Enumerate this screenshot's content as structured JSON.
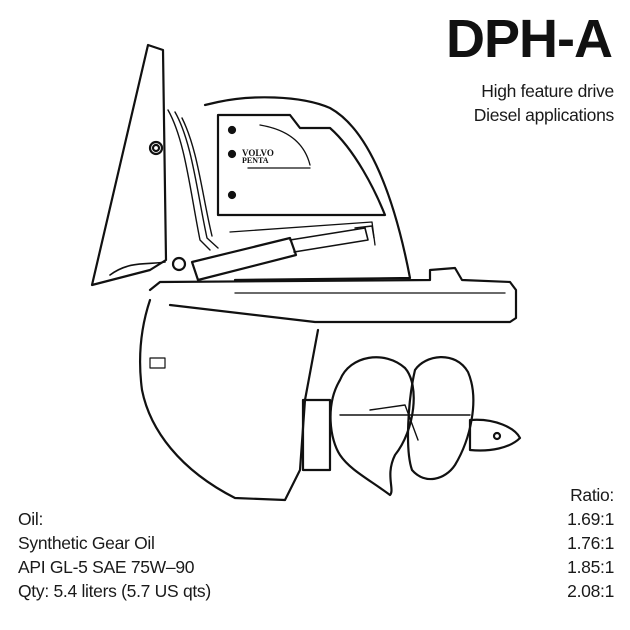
{
  "header": {
    "title": "DPH-A",
    "subtitle_lines": [
      "High feature drive",
      "Diesel applications"
    ]
  },
  "drawing": {
    "logo_text": "VOLVO PENTA",
    "stroke_color": "#111111"
  },
  "oil": {
    "lines": [
      "Oil:",
      "Synthetic Gear Oil",
      "API GL-5 SAE 75W–90",
      "Qty: 5.4 liters (5.7 US qts)"
    ]
  },
  "ratios": {
    "label": "Ratio:",
    "values": [
      "1.69:1",
      "1.76:1",
      "1.85:1",
      "2.08:1"
    ]
  }
}
